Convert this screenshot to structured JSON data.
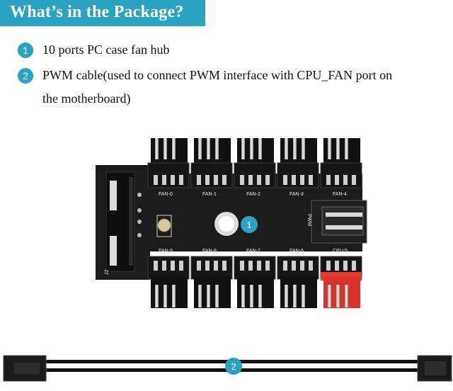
{
  "header": {
    "title": "What’s in the Package?"
  },
  "items": [
    {
      "number": "1",
      "text": "10 ports PC case fan hub"
    },
    {
      "number": "2",
      "text_line1": "PWM cable(used to connect PWM interface with CPU_FAN port on",
      "text_line2": "the motherboard)"
    }
  ],
  "board": {
    "top_labels": [
      "FAN-0",
      "FAN-1",
      "FAN-2",
      "FAN-3",
      "FAN-4"
    ],
    "bottom_labels": [
      "FAN-9",
      "FAN-8",
      "FAN-7",
      "FAN-6",
      "CPU-5"
    ],
    "pwm_label": "PWM",
    "j2_label": "J2",
    "marker_number": "1"
  },
  "cable": {
    "marker_number": "2"
  },
  "colors": {
    "accent": "#2aa3c2",
    "pcb": "#1b1b1b",
    "cpu_connector": "#e23a2f"
  }
}
